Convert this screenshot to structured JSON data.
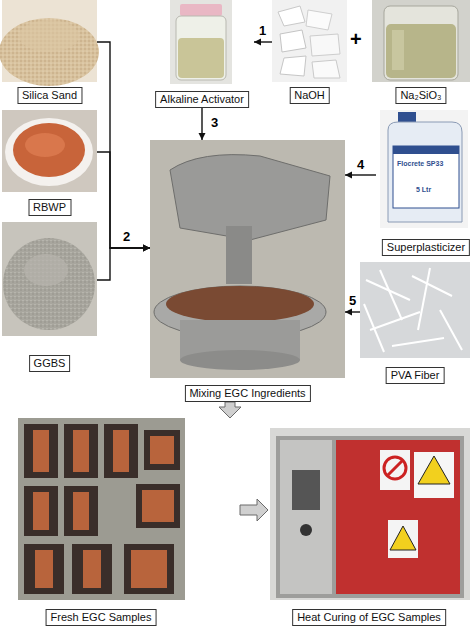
{
  "diagram": {
    "nodes": [
      {
        "text": [
          "Silica Sand"
        ]
      },
      {
        "text": [
          "RBWP"
        ]
      },
      {
        "text": [
          "GGBS"
        ]
      },
      {
        "text": [
          "Alkaline Activator"
        ]
      },
      {
        "text": [
          "NaOH"
        ]
      },
      {
        "text": [
          "Na₂SiO₃"
        ]
      },
      {
        "text": [
          "Superplasticizer"
        ]
      },
      {
        "text": [
          "Mixing EGC Ingredients"
        ]
      },
      {
        "text": [
          "PVA Fiber"
        ]
      },
      {
        "text": [
          "Fresh EGC Samples"
        ]
      },
      {
        "text": [
          "Heat Curing of EGC Samples"
        ]
      }
    ],
    "edges": [
      {
        "from": 4,
        "to": 3,
        "label": "1",
        "arrow": "to"
      },
      {
        "from": 0,
        "to": 7,
        "arrow": "to"
      },
      {
        "from": 1,
        "to": 7,
        "label": "2",
        "arrow": "to"
      },
      {
        "from": 2,
        "to": 7,
        "arrow": "to"
      },
      {
        "from": 3,
        "to": 7,
        "label": "3",
        "arrow": "to"
      },
      {
        "from": 6,
        "to": 7,
        "label": "4",
        "arrow": "to"
      },
      {
        "from": 8,
        "to": 7,
        "label": "5",
        "arrow": "to"
      },
      {
        "from": 7,
        "to": 9,
        "arrow": "to"
      },
      {
        "from": 9,
        "to": 10,
        "arrow": "to"
      }
    ],
    "labels": [
      "+",
      "Flocrete SP33",
      "5 Ltr"
    ]
  }
}
